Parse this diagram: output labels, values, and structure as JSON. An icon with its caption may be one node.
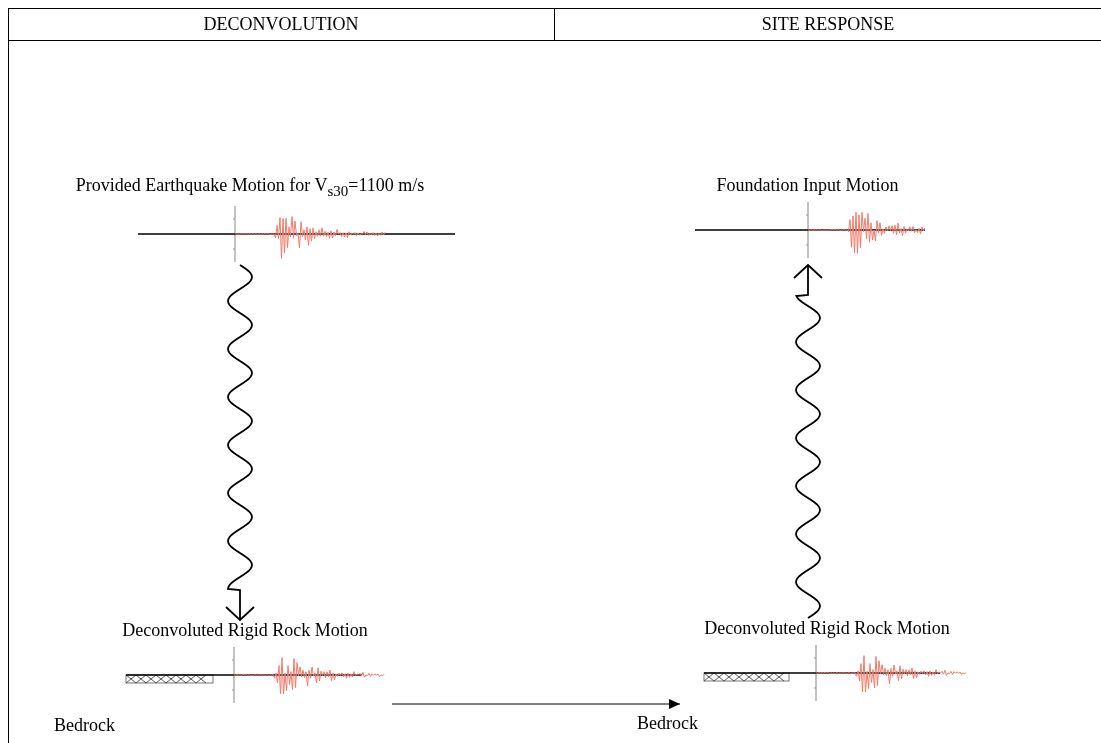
{
  "diagram": {
    "nodes": [
      {
        "text": [
          "Provided Earthquake Motion for V$_{s30}$=1100 m/s"
        ]
      },
      {
        "text": [
          "Deconvoluted Rigid Rock Motion"
        ]
      },
      {
        "text": [
          "Deconvoluted Rigid Rock Motion"
        ]
      },
      {
        "text": [
          "Foundation Input Motion"
        ]
      }
    ],
    "edges": [
      {
        "from": 0,
        "to": 1,
        "arrow": "to"
      },
      {
        "from": 1,
        "to": 2,
        "arrow": "to"
      },
      {
        "from": 2,
        "to": 3,
        "arrow": "to"
      }
    ],
    "labels": [
      "DECONVOLUTION",
      "SITE RESPONSE",
      "Bedrock",
      "Bedrock"
    ]
  }
}
